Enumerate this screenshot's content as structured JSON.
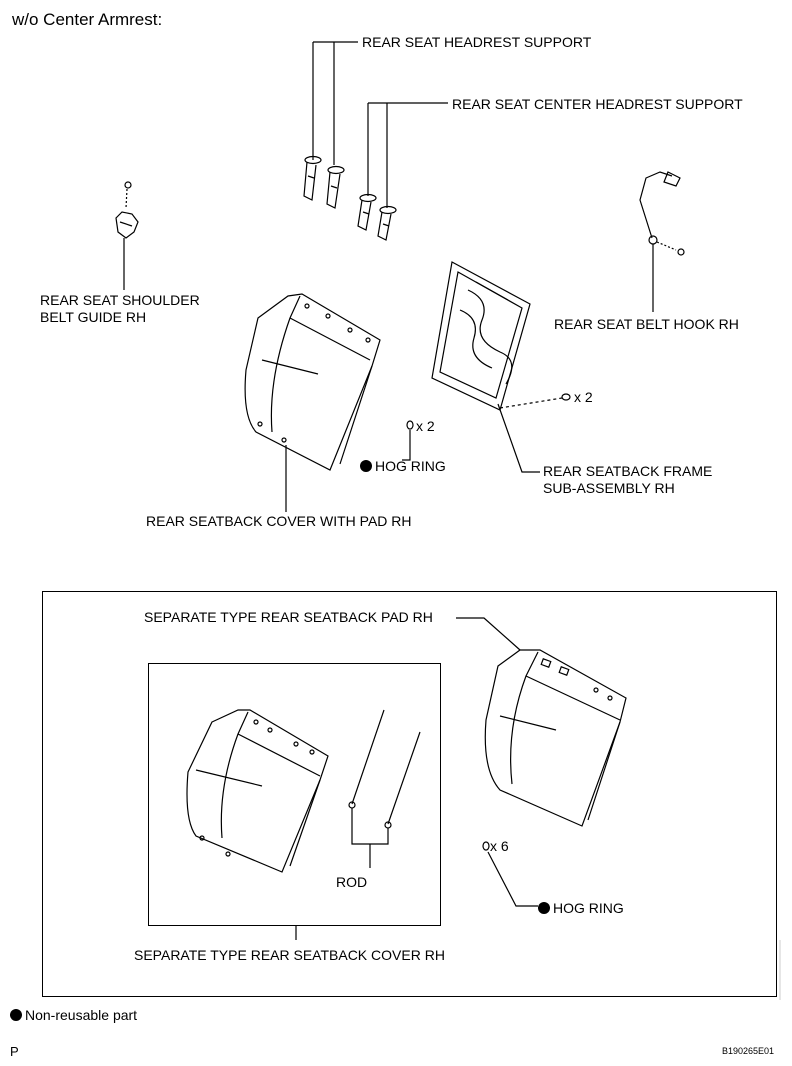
{
  "diagram": {
    "title": "w/o Center Armrest:",
    "labels": {
      "headrest_support": "REAR SEAT HEADREST SUPPORT",
      "center_headrest_support": "REAR SEAT CENTER HEADREST SUPPORT",
      "shoulder_belt_guide_line1": "REAR SEAT SHOULDER",
      "shoulder_belt_guide_line2": "BELT GUIDE RH",
      "belt_hook": "REAR SEAT BELT HOOK RH",
      "frame_qty": "x 2",
      "hog_ring_qty": "x 2",
      "hog_ring": "HOG RING",
      "frame_line1": "REAR SEATBACK FRAME",
      "frame_line2": "SUB-ASSEMBLY RH",
      "cover_with_pad": "REAR SEATBACK COVER WITH PAD RH",
      "separate_pad": "SEPARATE TYPE REAR SEATBACK PAD RH",
      "rod": "ROD",
      "hog_ring_qty_inset": "x 6",
      "hog_ring_inset": "HOG RING",
      "separate_cover": "SEPARATE TYPE REAR SEATBACK COVER RH"
    },
    "legend": "Non-reusable part",
    "corner_left": "P",
    "figure_code": "B190265E01"
  }
}
